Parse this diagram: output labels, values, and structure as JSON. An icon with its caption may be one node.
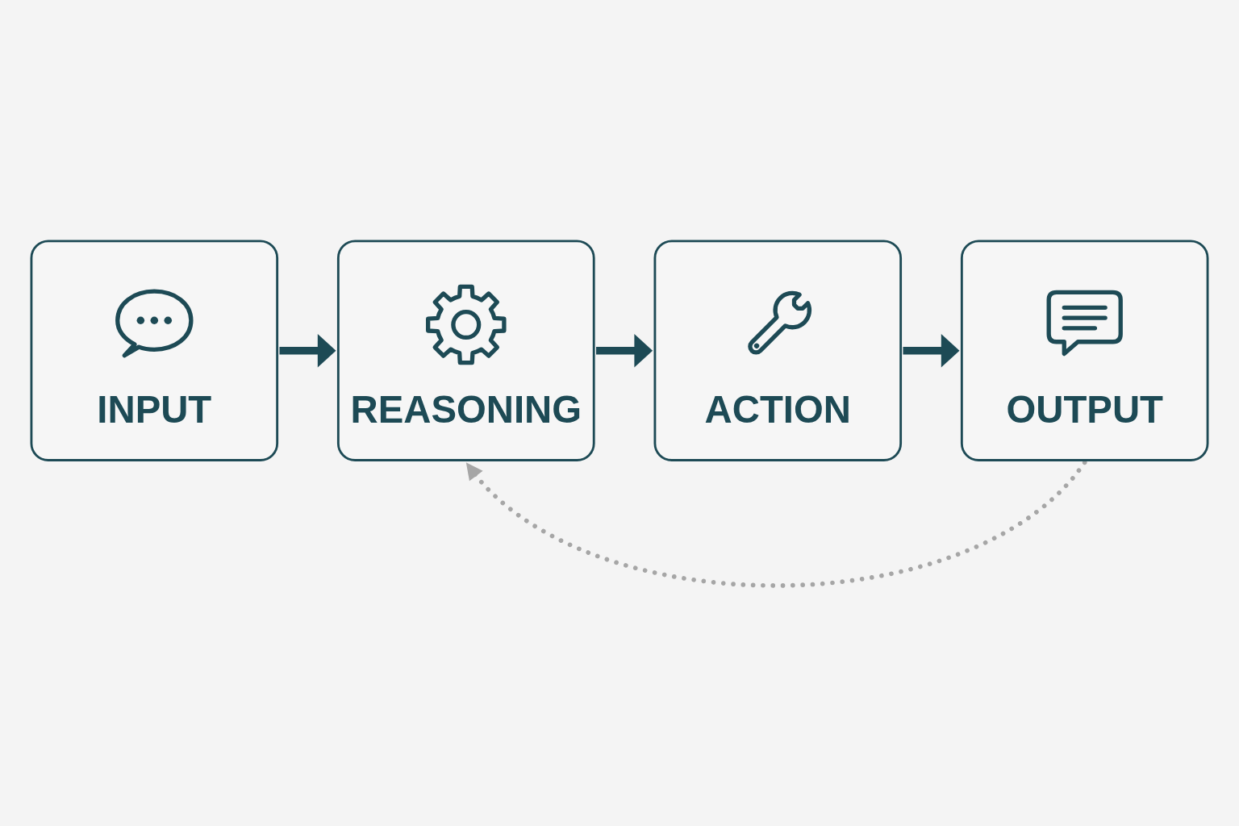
{
  "diagram": {
    "nodes": [
      {
        "text": [
          "INPUT"
        ]
      },
      {
        "text": [
          "REASONING"
        ]
      },
      {
        "text": [
          "ACTION"
        ]
      },
      {
        "text": [
          "OUTPUT"
        ]
      }
    ],
    "edges": [
      {
        "from": 0,
        "to": 1,
        "arrow": "to"
      },
      {
        "from": 1,
        "to": 2,
        "arrow": "to"
      },
      {
        "from": 2,
        "to": 3,
        "arrow": "to"
      },
      {
        "from": 3,
        "to": 1,
        "arrow": "to",
        "style": "dashed",
        "color": "#a6a6a6"
      }
    ]
  }
}
